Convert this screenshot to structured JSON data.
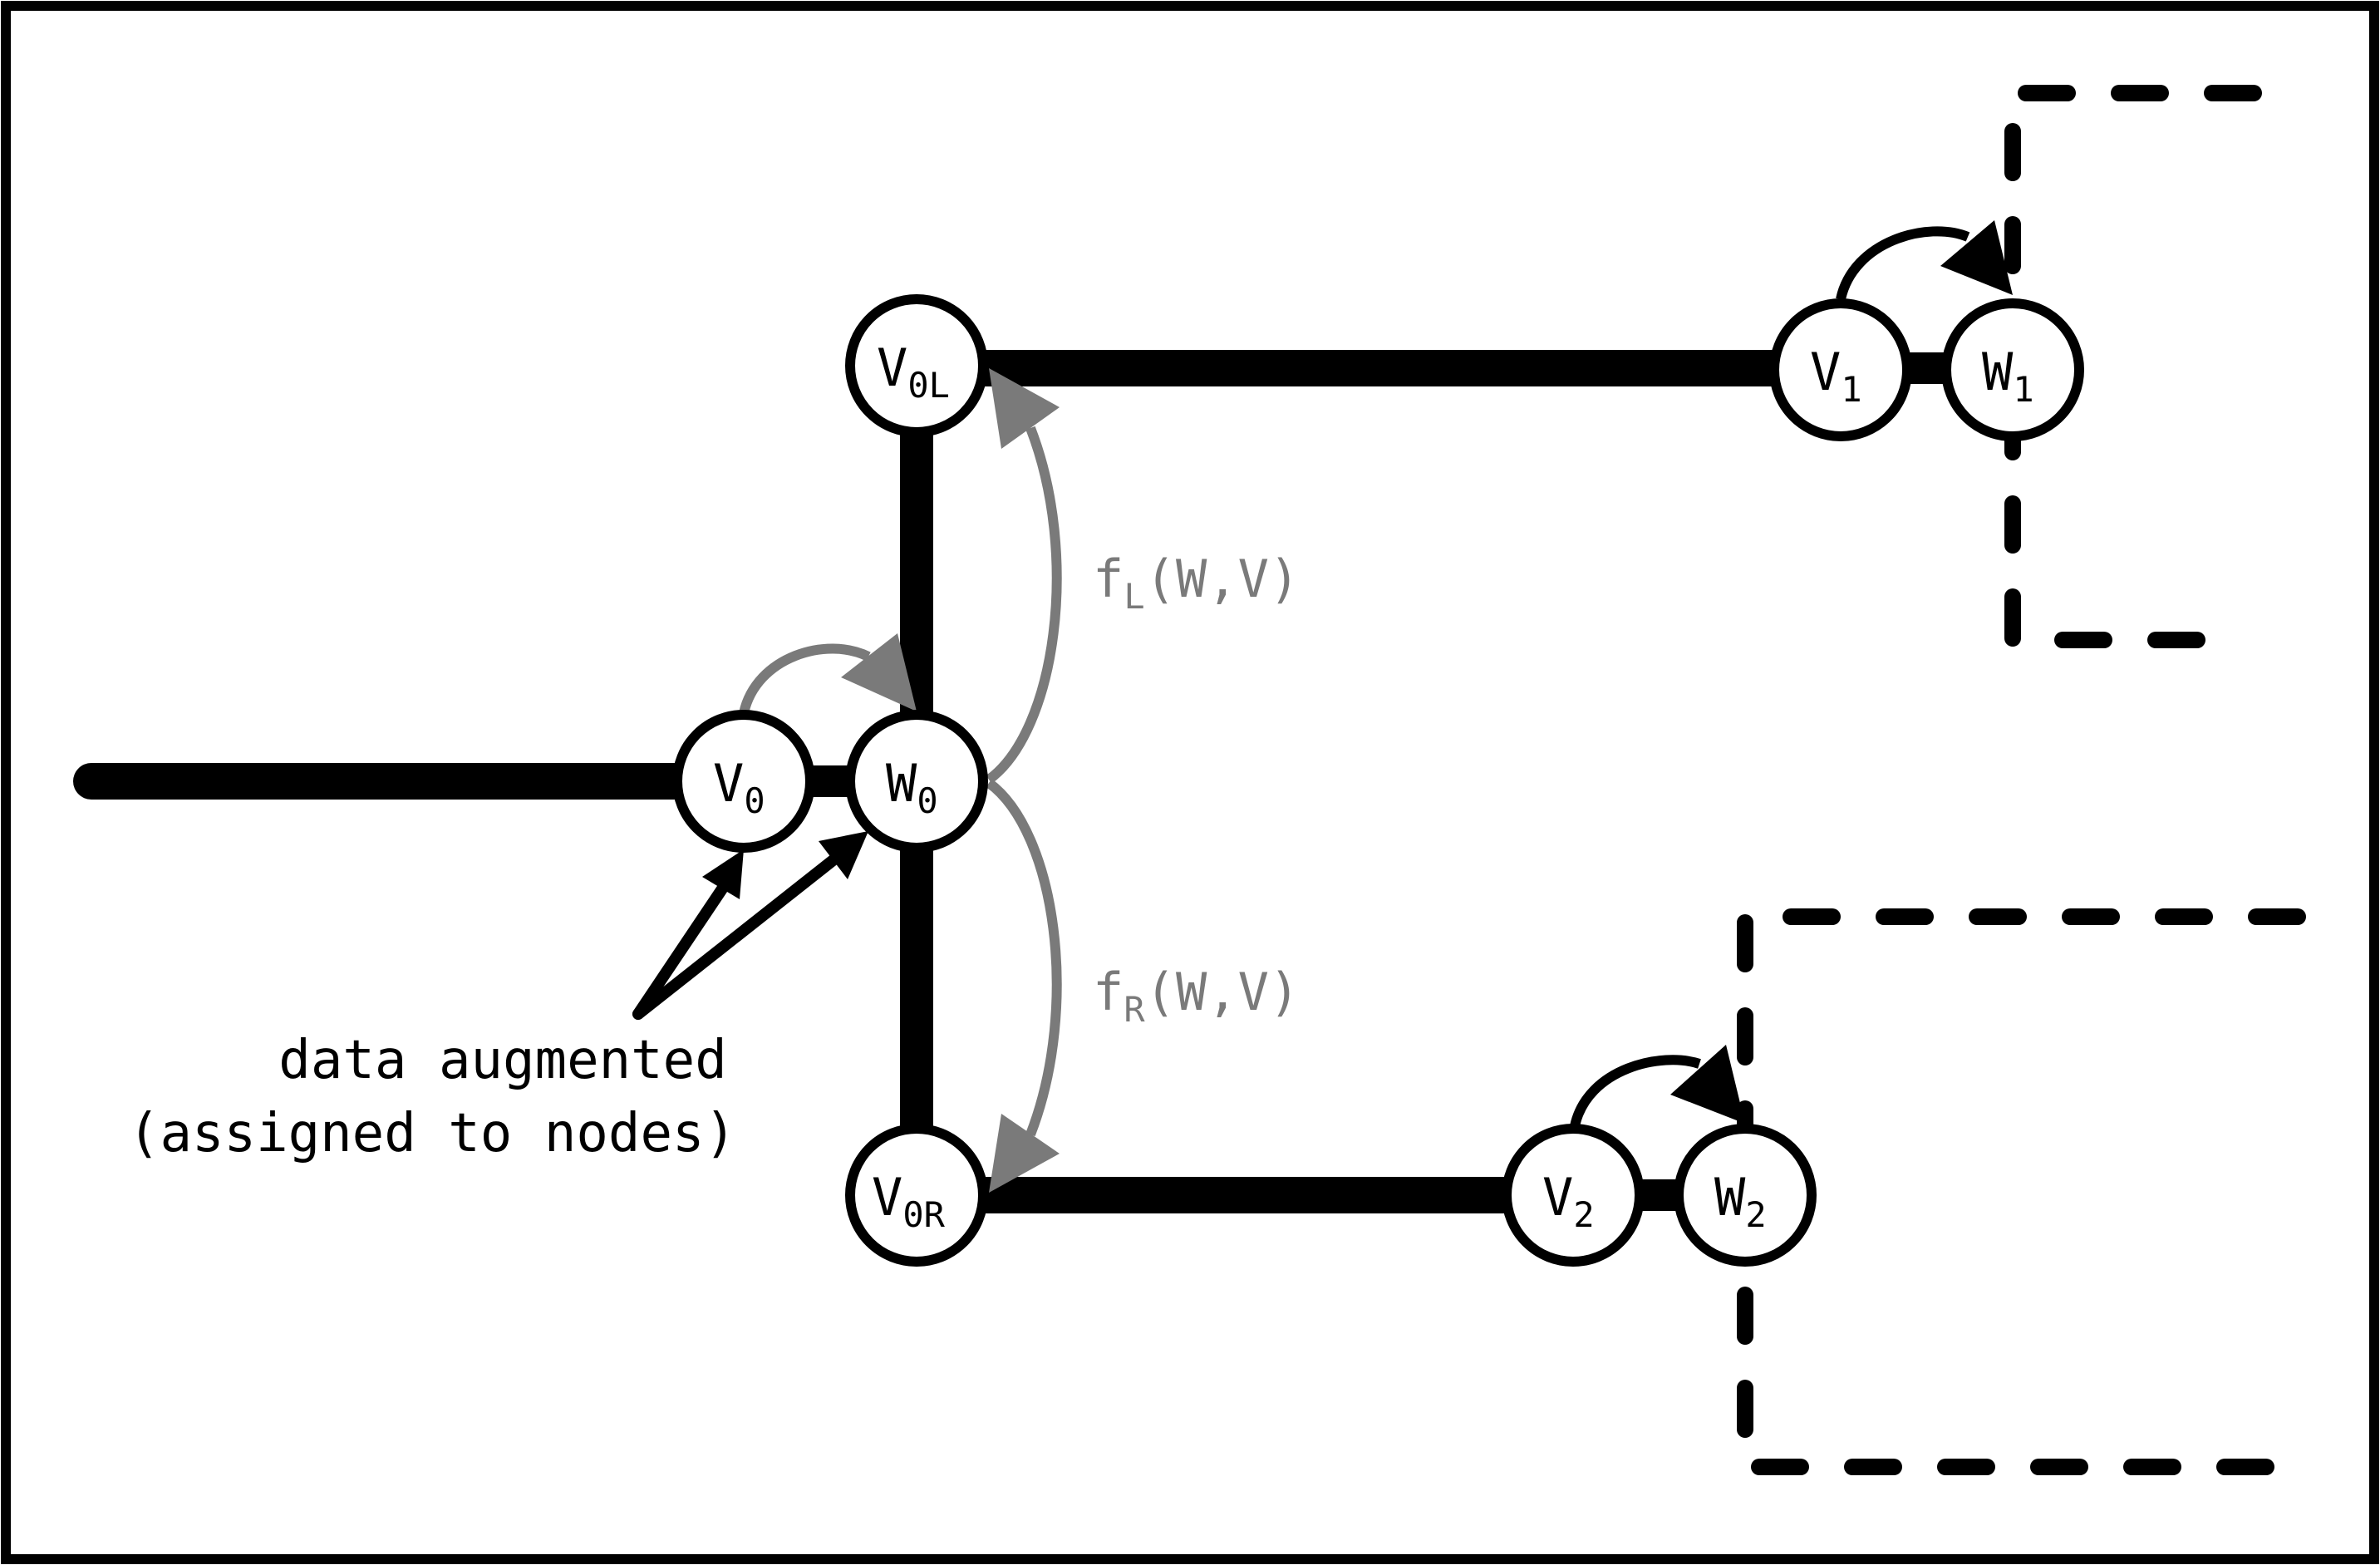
{
  "nodes": {
    "v0": {
      "main": "V",
      "sub": "0"
    },
    "w0": {
      "main": "W",
      "sub": "0"
    },
    "v0l": {
      "main": "V",
      "sub": "0L"
    },
    "v0r": {
      "main": "V",
      "sub": "0R"
    },
    "v1": {
      "main": "V",
      "sub": "1"
    },
    "w1": {
      "main": "W",
      "sub": "1"
    },
    "v2": {
      "main": "V",
      "sub": "2"
    },
    "w2": {
      "main": "W",
      "sub": "2"
    }
  },
  "functions": {
    "left": {
      "f": "f",
      "sub": "L",
      "args": "(W,V)"
    },
    "right": {
      "f": "f",
      "sub": "R",
      "args": "(W,V)"
    }
  },
  "annotation": {
    "line1": "data augmented",
    "line2": "(assigned to nodes)"
  },
  "colors": {
    "stroke": "#000000",
    "function_arrow": "#7a7a7a",
    "node_fill": "#ffffff"
  }
}
